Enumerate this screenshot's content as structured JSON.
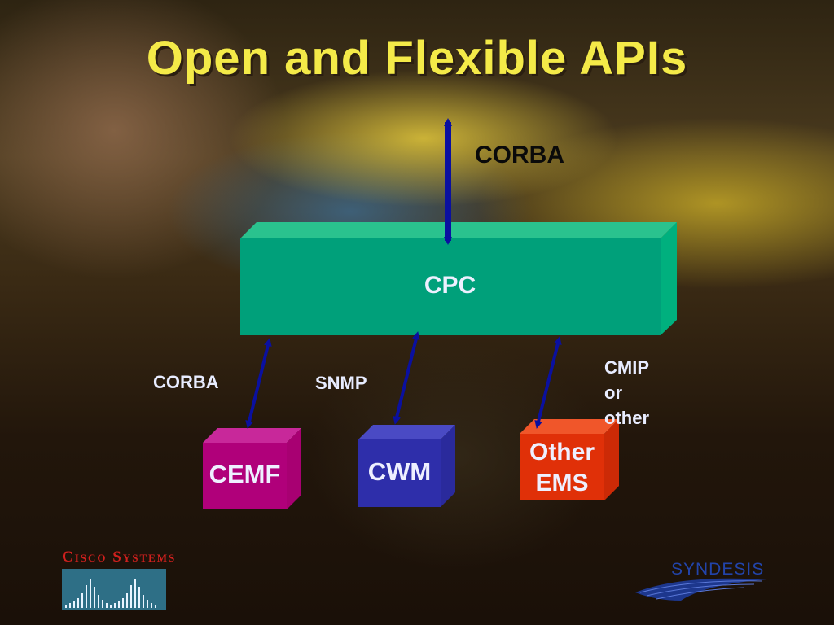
{
  "title": "Open and Flexible APIs",
  "nodes": {
    "cpc": "CPC",
    "cemf": "CEMF",
    "cwm": "CWM",
    "other_ems_line1": "Other",
    "other_ems_line2": "EMS"
  },
  "connections": {
    "top": "CORBA",
    "cemf": "CORBA",
    "cwm": "SNMP",
    "ems_line1": "CMIP",
    "ems_line2": "or",
    "ems_line3": "other"
  },
  "logos": {
    "cisco": "Cisco Systems",
    "syndesis": "SYNDESIS"
  },
  "colors": {
    "title": "#f4ea48",
    "cpc": "#00a07a",
    "cemf": "#b0007a",
    "cwm": "#2e2eaa",
    "other_ems": "#e03008",
    "arrow": "#0a10a0"
  }
}
